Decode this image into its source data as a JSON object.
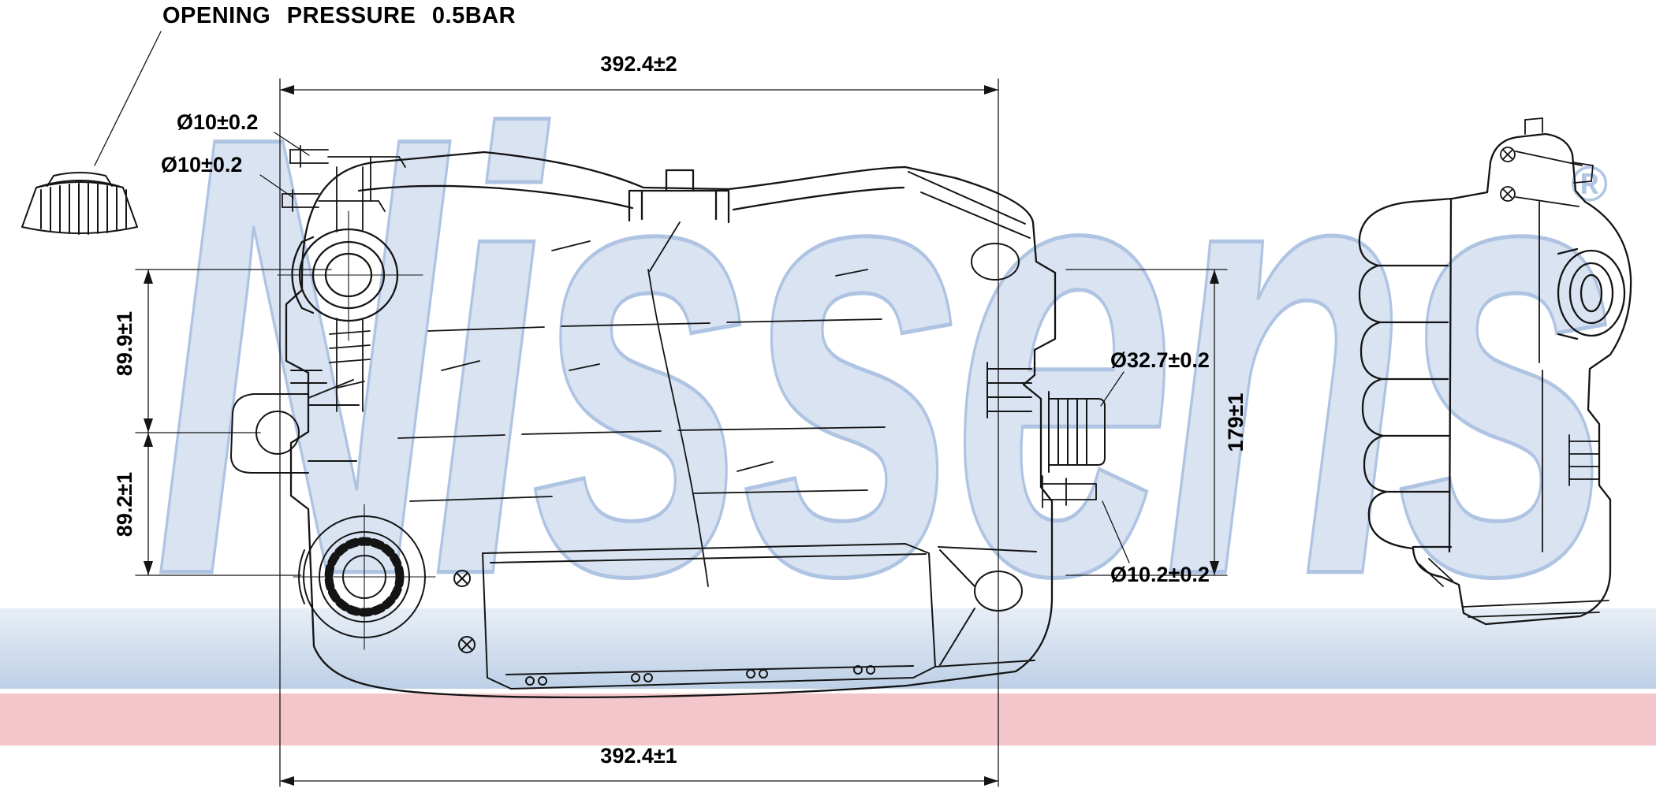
{
  "drawing": {
    "callout_opening_pressure": "OPENING PRESSURE 0.5BAR",
    "dims": {
      "top_width": "392.4±2",
      "bottom_width": "392.4±1",
      "inlet_port_1": "Ø10±0.2",
      "inlet_port_2": "Ø10±0.2",
      "upper_height": "89.9±1",
      "lower_height": "89.2±1",
      "outlet_diameter": "Ø32.7±0.2",
      "overall_height": "179±1",
      "drain_diameter": "Ø10.2±0.2"
    }
  },
  "watermark": {
    "brand": "Nissens",
    "registered_mark": "®"
  },
  "colors": {
    "watermark_fill": "#d7e1f1",
    "watermark_stroke": "#a9c0e0",
    "band_blue_top": "#e8eef6",
    "band_blue_bottom": "#bdd0e7",
    "band_pink": "#f2c6ca",
    "line": "#141414"
  }
}
